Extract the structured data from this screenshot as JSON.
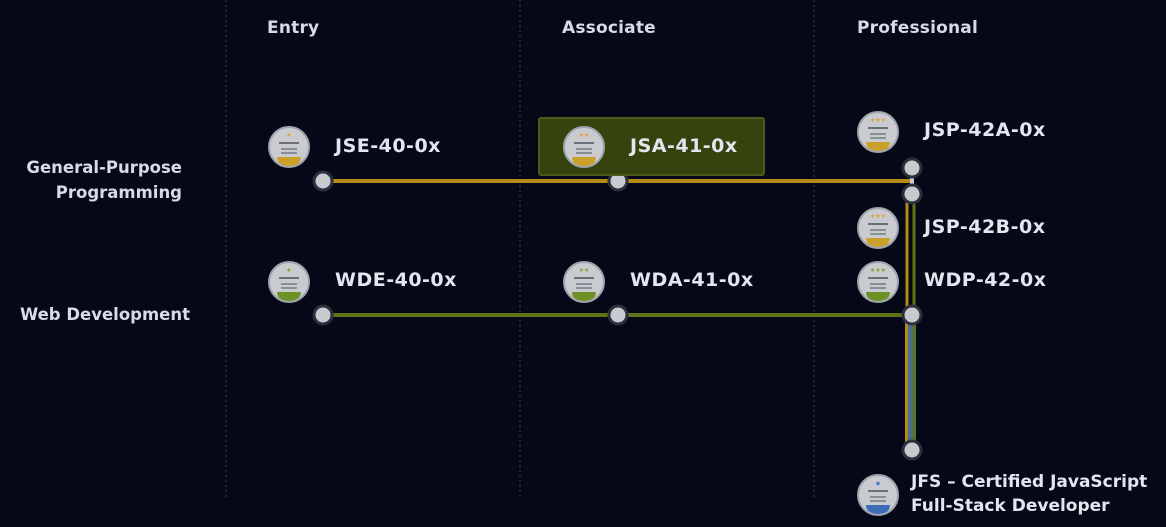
{
  "columns": [
    {
      "id": "entry",
      "label": "Entry"
    },
    {
      "id": "associate",
      "label": "Associate"
    },
    {
      "id": "professional",
      "label": "Professional"
    }
  ],
  "rows": [
    {
      "id": "gpp",
      "label_line1": "General-Purpose",
      "label_line2": "Programming"
    },
    {
      "id": "web",
      "label": "Web Development"
    }
  ],
  "certifications": {
    "jse": "JSE-40-0x",
    "jsa": "JSA-41-0x",
    "jsp_a": "JSP-42A-0x",
    "jsp_b": "JSP-42B-0x",
    "wde": "WDE-40-0x",
    "wda": "WDA-41-0x",
    "wdp": "WDP-42-0x"
  },
  "final_cert": {
    "line1": "JFS – Certified JavaScript",
    "line2": "Full-Stack Developer"
  },
  "colors": {
    "background": "#050816",
    "gpp_track": "#b58a16",
    "web_track": "#5c7417",
    "fullstack_track": "#4a6d8c",
    "node_fill": "#c8cacf",
    "node_stroke": "#2c303c",
    "highlight": "#36430f",
    "divider": "#3a3f52"
  }
}
